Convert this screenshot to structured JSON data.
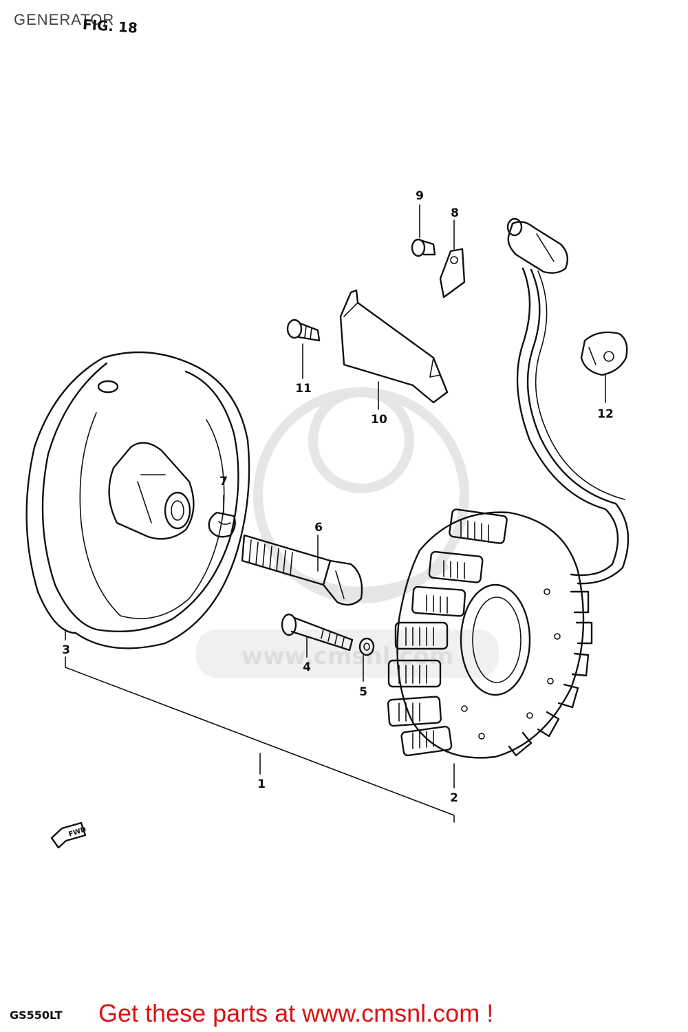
{
  "page": {
    "title": "GENERATOR",
    "figure_label": "FIG. 18",
    "model_code": "GS550LT",
    "promo_text": "Get these parts at www.cmsnl.com !",
    "watermark_text": "www.cmsnl.com",
    "direction_marker": "FWD"
  },
  "parts": [
    {
      "ref": "1",
      "label": "1"
    },
    {
      "ref": "2",
      "label": "2"
    },
    {
      "ref": "3",
      "label": "3"
    },
    {
      "ref": "4",
      "label": "4"
    },
    {
      "ref": "5",
      "label": "5"
    },
    {
      "ref": "6",
      "label": "6"
    },
    {
      "ref": "7",
      "label": "7"
    },
    {
      "ref": "8",
      "label": "8"
    },
    {
      "ref": "9",
      "label": "9"
    },
    {
      "ref": "10",
      "label": "10"
    },
    {
      "ref": "11",
      "label": "11"
    },
    {
      "ref": "12",
      "label": "12"
    }
  ]
}
